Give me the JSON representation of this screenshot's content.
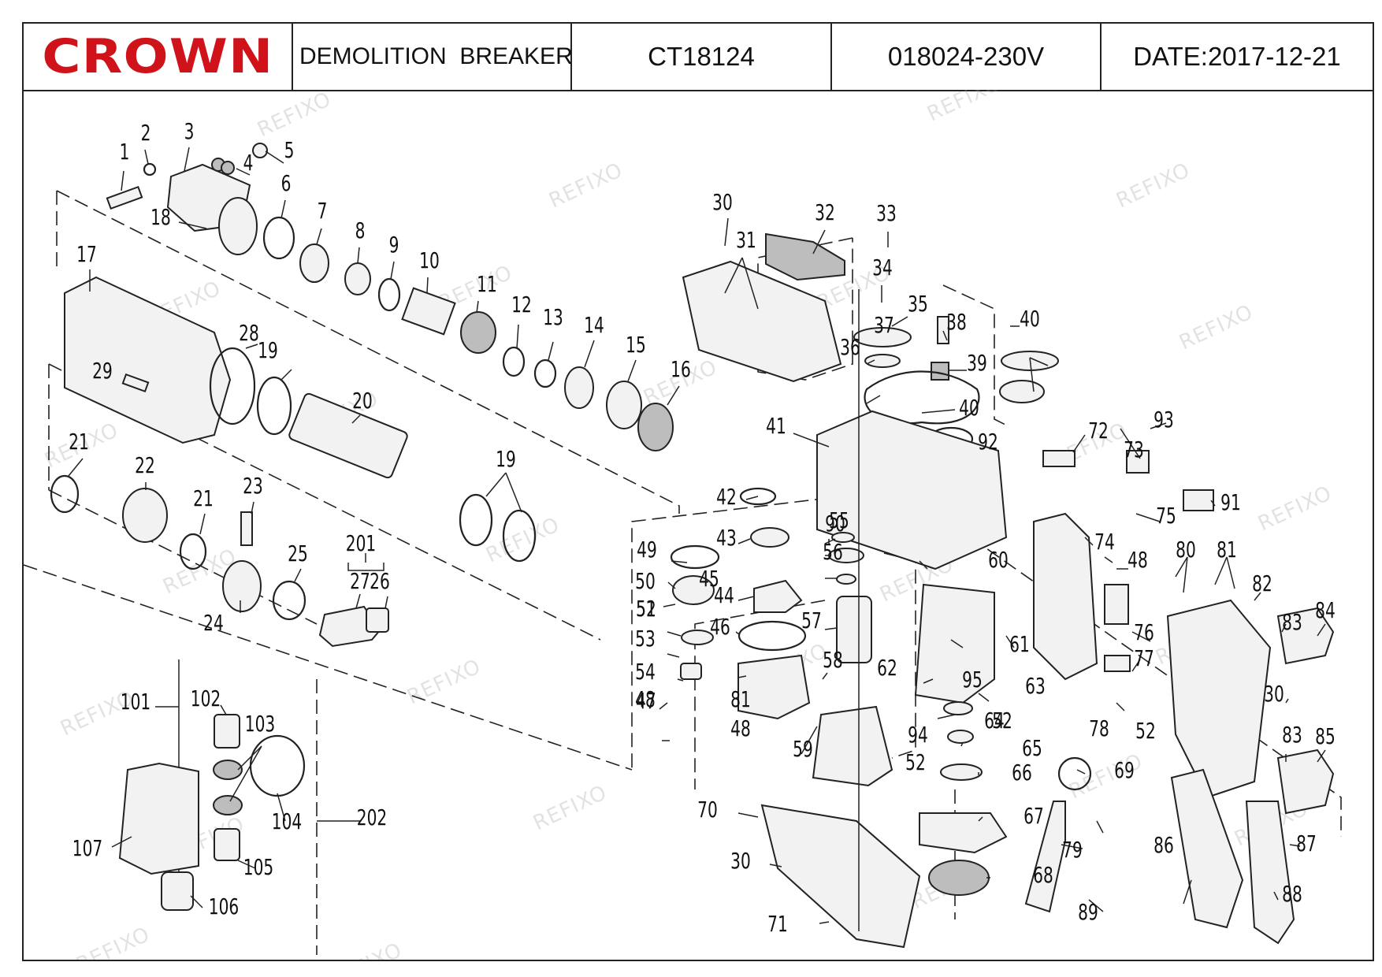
{
  "header": {
    "brand": "CROWN",
    "product": "DEMOLITION  BREAKER",
    "model": "CT18124",
    "code": "018024-230V",
    "date": "DATE:2017-12-21"
  },
  "watermark": "REFIXO",
  "labels": [
    "1",
    "2",
    "3",
    "4",
    "5",
    "6",
    "7",
    "8",
    "9",
    "10",
    "11",
    "12",
    "13",
    "14",
    "15",
    "16",
    "17",
    "18",
    "19",
    "19",
    "20",
    "21",
    "21",
    "22",
    "23",
    "24",
    "25",
    "26",
    "27",
    "28",
    "29",
    "201",
    "30",
    "30",
    "30",
    "31",
    "32",
    "33",
    "34",
    "35",
    "36",
    "37",
    "38",
    "39",
    "40",
    "40",
    "41",
    "42",
    "43",
    "44",
    "45",
    "46",
    "47",
    "48",
    "48",
    "48",
    "49",
    "50",
    "51",
    "52",
    "52",
    "52",
    "52",
    "53",
    "54",
    "55",
    "56",
    "57",
    "58",
    "59",
    "60",
    "61",
    "62",
    "63",
    "64",
    "65",
    "66",
    "67",
    "68",
    "69",
    "70",
    "71",
    "72",
    "73",
    "74",
    "75",
    "76",
    "77",
    "78",
    "79",
    "80",
    "81",
    "81",
    "82",
    "83",
    "83",
    "84",
    "85",
    "86",
    "87",
    "88",
    "89",
    "90",
    "91",
    "92",
    "93",
    "94",
    "95",
    "101",
    "102",
    "103",
    "104",
    "105",
    "106",
    "107",
    "202"
  ],
  "colors": {
    "brand_red": "#d0121b",
    "line": "#222222",
    "watermark": "#9a9a9a"
  }
}
